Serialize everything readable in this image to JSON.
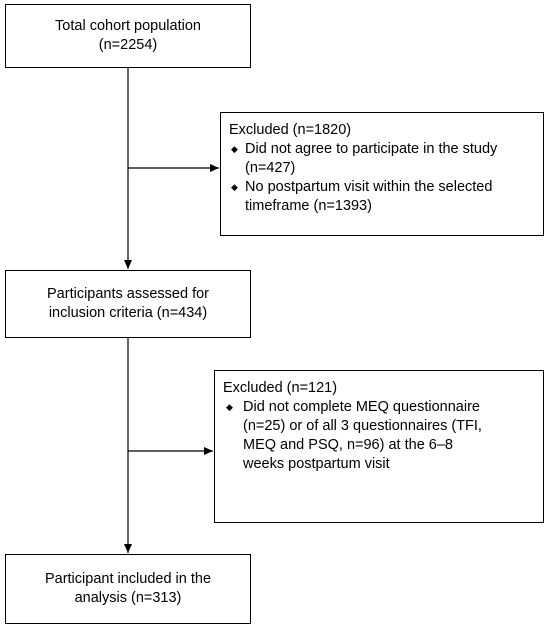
{
  "boxes": {
    "total_cohort": {
      "lines": [
        "Total cohort population",
        "(n=2254)"
      ]
    },
    "assessed": {
      "lines": [
        "Participants assessed for",
        "inclusion criteria (n=434)"
      ]
    },
    "included": {
      "lines": [
        "Participant included in the",
        "analysis (n=313)"
      ]
    },
    "excluded_1": {
      "title": "Excluded (n=1820)",
      "bullets": [
        {
          "lines": [
            "Did not agree to participate in the study",
            "(n=427)"
          ]
        },
        {
          "lines": [
            "No postpartum visit within the selected",
            "timeframe (n=1393)"
          ]
        }
      ]
    },
    "excluded_2": {
      "title": "Excluded (n=121)",
      "bullets": [
        {
          "lines": [
            "Did not complete MEQ questionnaire",
            "(n=25) or of all 3 questionnaires (TFI,",
            "MEQ and PSQ, n=96) at the 6–8",
            "weeks postpartum visit"
          ]
        }
      ]
    }
  },
  "bullet_glyph": "◆",
  "colors": {
    "line": "#000000",
    "box_border": "#000000",
    "background": "#ffffff"
  }
}
